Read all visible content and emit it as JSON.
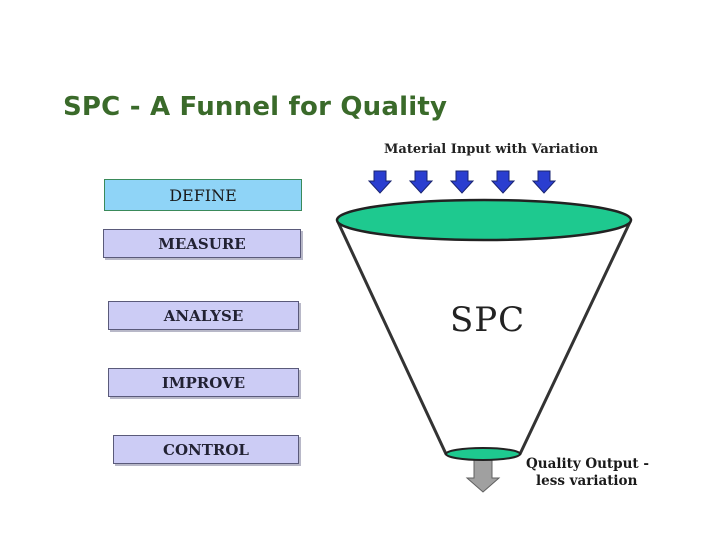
{
  "title": "SPC - A Funnel for Quality",
  "steps": [
    "DEFINE",
    "MEASURE",
    "ANALYSE",
    "IMPROVE",
    "CONTROL"
  ],
  "funnel": {
    "input_label": "Material Input with Variation",
    "center_label": "SPC",
    "output_label_line1": "Quality Output -",
    "output_label_line2": "less variation"
  },
  "colors": {
    "title": "#3a6a2a",
    "define_fill": "#8fd4f7",
    "step_fill": "#ccccf5",
    "funnel_top": "#1ec98f",
    "arrow_fill": "#2a3ed0",
    "output_arrow": "#a0a0a0"
  },
  "icons": {
    "input_arrows": "arrow-down-icon",
    "output_arrow": "arrow-down-icon"
  }
}
